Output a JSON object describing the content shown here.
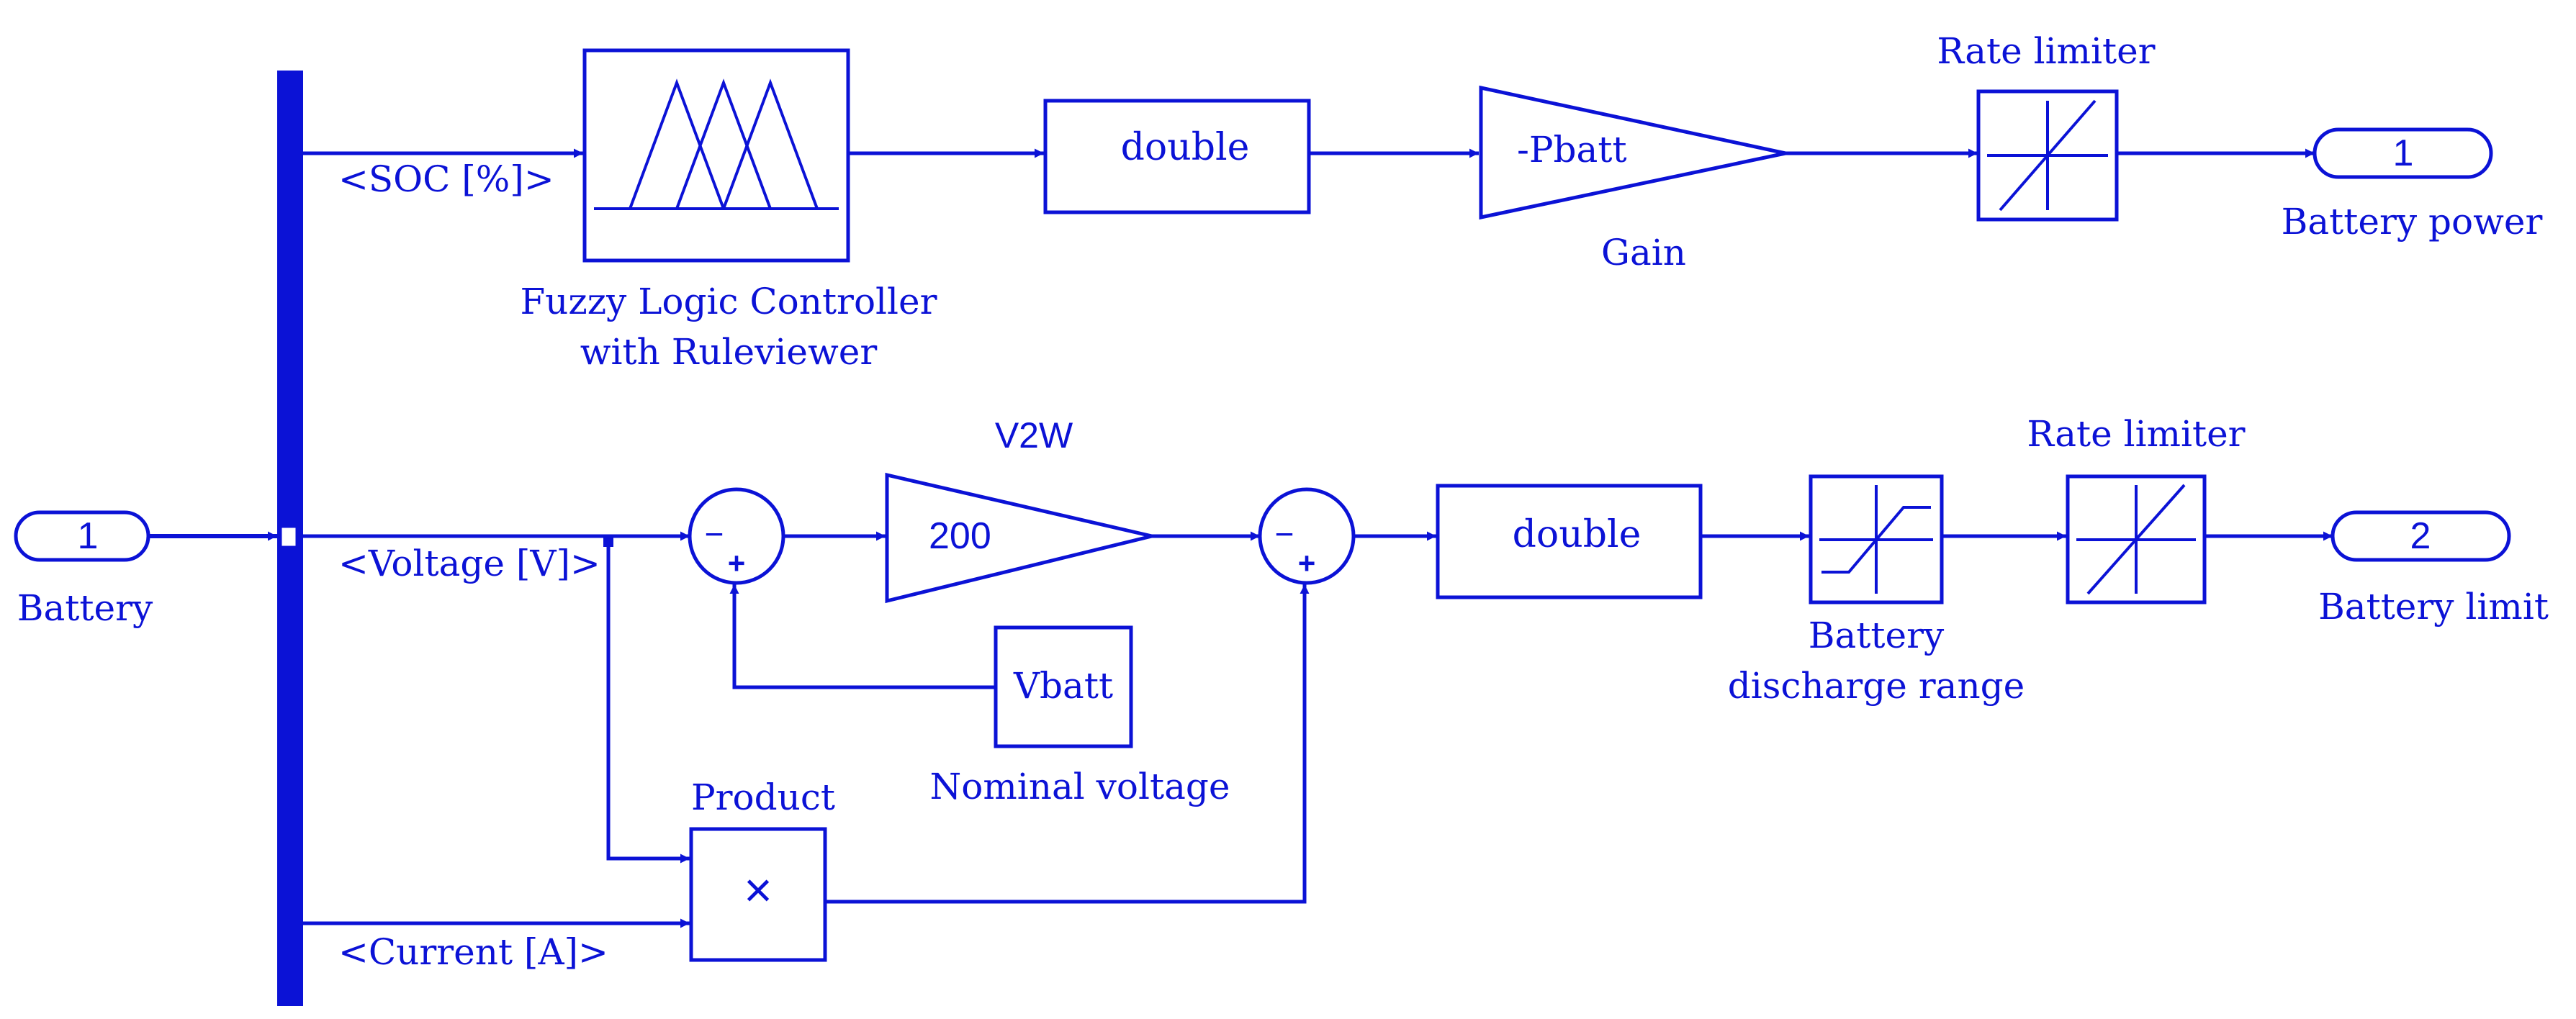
{
  "colors": {
    "line": "#0b12d6",
    "background": "#ffffff"
  },
  "ports": {
    "in1": {
      "number": "1",
      "label": "Battery"
    },
    "out1": {
      "number": "1",
      "label": "Battery power"
    },
    "out2": {
      "number": "2",
      "label": "Battery limit"
    }
  },
  "signals": {
    "soc": "<SOC [%]>",
    "voltage": "<Voltage [V]>",
    "current": "<Current [A]>"
  },
  "blocks": {
    "fuzzy": {
      "label_line1": "Fuzzy Logic Controller",
      "label_line2": "with Ruleviewer"
    },
    "convert_top": {
      "text": "double"
    },
    "gain": {
      "text": "-Pbatt",
      "label": "Gain"
    },
    "rate_limiter_top": {
      "label": "Rate limiter"
    },
    "sum1": {
      "sign_top": "−",
      "sign_bottom": "+"
    },
    "v2w": {
      "text": "200",
      "label": "V2W"
    },
    "sum2": {
      "sign_top": "−",
      "sign_bottom": "+"
    },
    "convert_mid": {
      "text": "double"
    },
    "saturation": {
      "label_line1": "Battery",
      "label_line2": "discharge range"
    },
    "rate_limiter_mid": {
      "label": "Rate limiter"
    },
    "constant": {
      "text": "Vbatt",
      "label": "Nominal voltage"
    },
    "product": {
      "symbol": "×",
      "label": "Product"
    }
  }
}
